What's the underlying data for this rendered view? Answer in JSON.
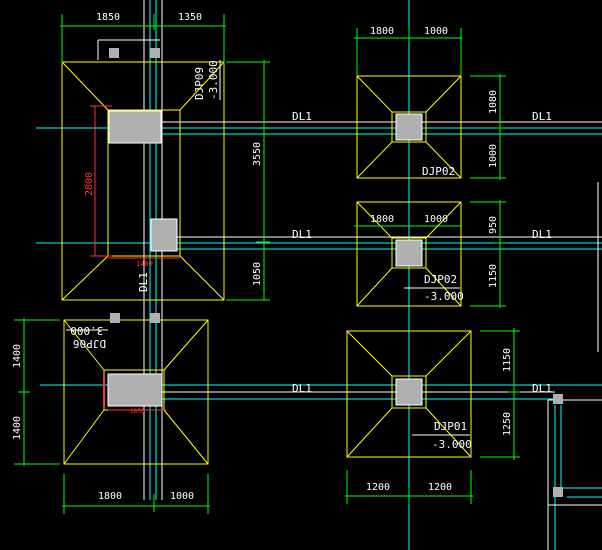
{
  "colors": {
    "background": "#000000",
    "footing": "#ffff00",
    "beam": "#00ffff",
    "dimension": "#00ff00",
    "column": "#b0b0b0",
    "highlight": "#ff3333",
    "text": "#ffffff",
    "edge": "#ffffff"
  },
  "beams": [
    {
      "label": "DL1"
    },
    {
      "label": "DL1"
    },
    {
      "label": "DL1"
    },
    {
      "label": "DL1"
    },
    {
      "label": "DL1"
    },
    {
      "label": "DL1"
    },
    {
      "label": "DL1"
    }
  ],
  "footings": {
    "f_top_left": {
      "name": "DJP09",
      "elev": "-3.000"
    },
    "f_mid_top": {
      "name": "DJP02"
    },
    "f_mid_mid": {
      "name": "DJP02",
      "elev": "-3.000"
    },
    "f_bot_left": {
      "name": "DJP06",
      "elev": "-3.000"
    },
    "f_bot_mid": {
      "name": "DJP01",
      "elev": "-3.000"
    }
  },
  "dims": {
    "top_left_a": "1850",
    "top_left_b": "1350",
    "top_mid_a": "1800",
    "top_mid_b": "1000",
    "mid_mid_a": "1800",
    "mid_mid_b": "1000",
    "bot_left_a": "1800",
    "bot_left_b": "1000",
    "bot_mid_a": "1200",
    "bot_mid_b": "1200",
    "v_3550": "3550",
    "v_1050": "1050",
    "v_1080": "1080",
    "v_1000": "1000",
    "v_950": "950",
    "v_1150": "1150",
    "left_1400a": "1400",
    "left_1400b": "1400",
    "right_1150": "1150",
    "right_1250": "1250",
    "red_2800": "2800",
    "red_small": "1400",
    "red_bot": "1800"
  }
}
